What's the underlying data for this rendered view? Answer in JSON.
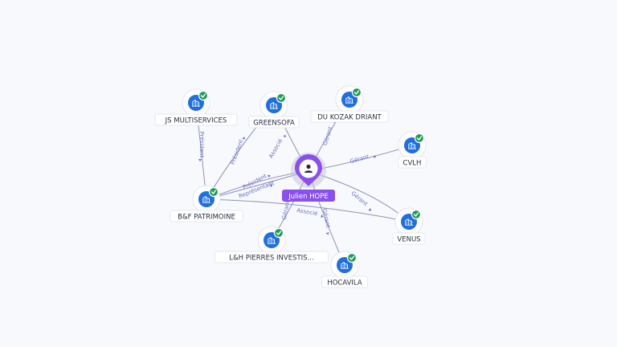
{
  "graph": {
    "center": {
      "label": "Julien HOPE",
      "icon": "person-icon",
      "color": "#8a4ff2"
    },
    "company_icon": "company-building-icon",
    "verified_icon": "verified-check-icon",
    "company_color": "#1f6fe0",
    "verified_color": "#1f9d52",
    "edge_color": "#8d93b8",
    "edge_label_color": "#6b6fc8",
    "companies": [
      {
        "id": "js",
        "label": "JS MULTISERVICES"
      },
      {
        "id": "greensofa",
        "label": "GREENSOFA"
      },
      {
        "id": "dukozak",
        "label": "DU KOZAK DRIANT"
      },
      {
        "id": "cvlh",
        "label": "CVLH"
      },
      {
        "id": "bf",
        "label": "B&F PATRIMOINE"
      },
      {
        "id": "venus",
        "label": "VENUS"
      },
      {
        "id": "lh",
        "label": "L&H PIERRES INVESTIS..."
      },
      {
        "id": "hocavila",
        "label": "HOCAVILA"
      }
    ],
    "edges": [
      {
        "id": "bf-js",
        "from": "bf",
        "to": "js",
        "label": "Président"
      },
      {
        "id": "bf-greensofa",
        "from": "bf",
        "to": "greensofa",
        "label": "Président"
      },
      {
        "id": "hope-greensofa",
        "from": "center",
        "to": "greensofa",
        "label": "Associé"
      },
      {
        "id": "hope-dukozak",
        "from": "center",
        "to": "dukozak",
        "label": "Gérant"
      },
      {
        "id": "hope-cvlh",
        "from": "center",
        "to": "cvlh",
        "label": "Gérant"
      },
      {
        "id": "hope-venus",
        "from": "center",
        "to": "venus",
        "label": "Gérant"
      },
      {
        "id": "hope-bf",
        "from": "center",
        "to": "bf",
        "label": "Président"
      },
      {
        "id": "hope-bf-rep",
        "from": "center",
        "to": "bf",
        "label": "Représentant"
      },
      {
        "id": "hope-lh",
        "from": "center",
        "to": "lh",
        "label": "Gérant"
      },
      {
        "id": "hope-hocavila",
        "from": "center",
        "to": "hocavila",
        "label": "Gérant"
      },
      {
        "id": "bf-venus",
        "from": "bf",
        "to": "venus",
        "label": "Associé"
      }
    ]
  }
}
